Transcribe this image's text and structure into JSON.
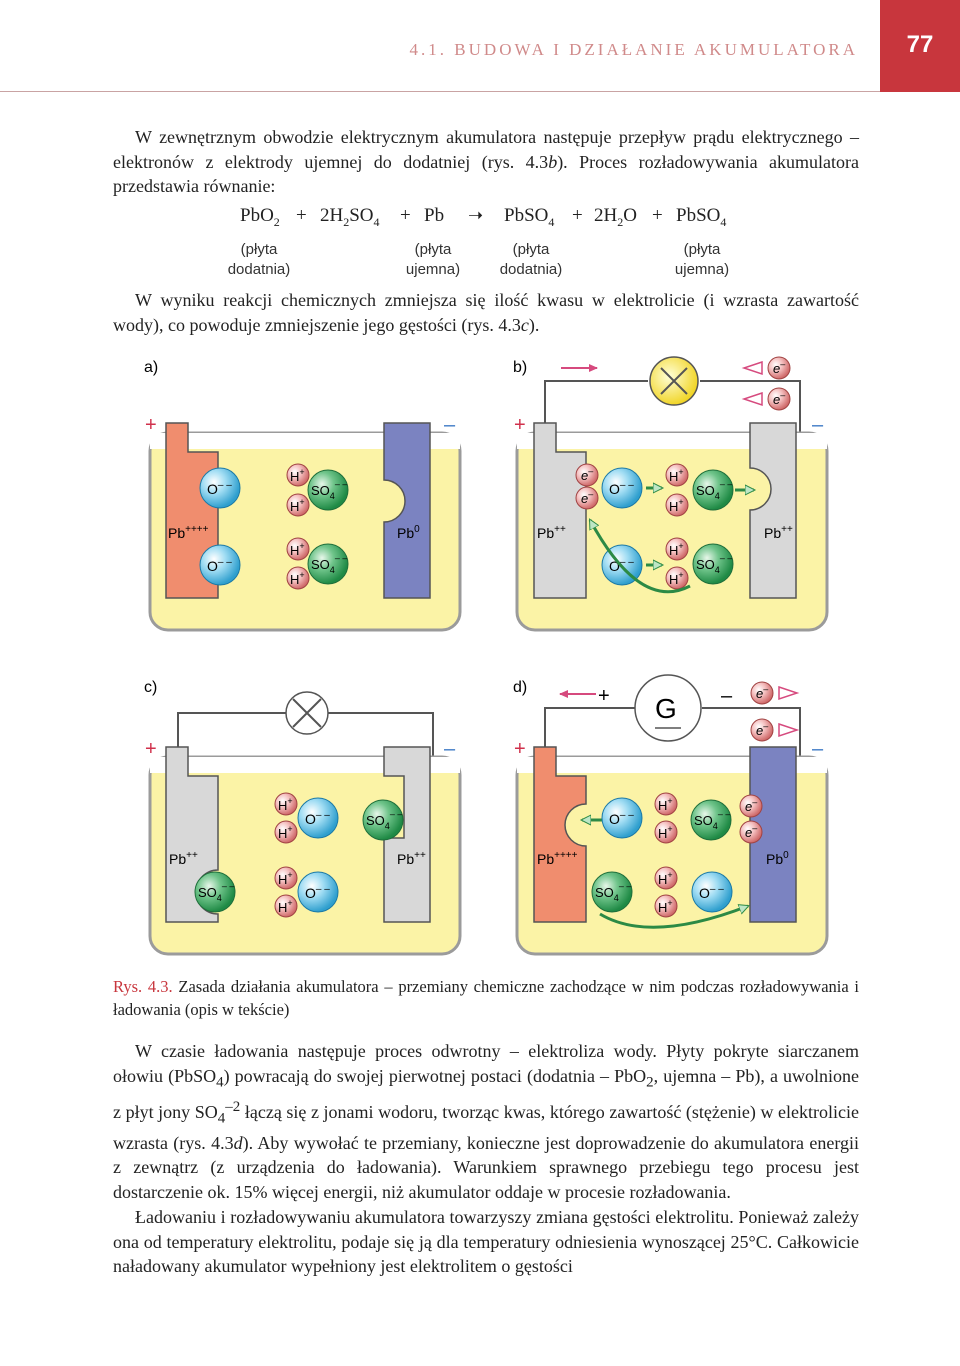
{
  "header": {
    "running_title": "4.1. BUDOWA I DZIAŁANIE AKUMULATORA",
    "page_number": "77"
  },
  "intro": {
    "text_before": "W zewnętrznym obwodzie elektrycznym akumulatora następuje przepływ prądu elektrycznego – elektronów z elektrody ujemnej do dodatniej (rys. 4.3",
    "italic_ref": "b",
    "text_after": "). Proces rozładowywania akumulatora przedstawia równanie:"
  },
  "equation": {
    "t1": "PbO",
    "t1s": "2",
    "op1": "+",
    "t2": "2H",
    "t2s": "2",
    "t2b": "SO",
    "t2bs": "4",
    "op2": "+",
    "t3": "Pb",
    "arrow": "➝",
    "t4": "PbSO",
    "t4s": "4",
    "op3": "+",
    "t5": "2H",
    "t5s": "2",
    "t5b": "O",
    "op4": "+",
    "t6": "PbSO",
    "t6s": "4",
    "labels": [
      {
        "line1": "(płyta",
        "line2": "dodatnia)"
      },
      {
        "line1": "(płyta",
        "line2": "ujemna)"
      },
      {
        "line1": "(płyta",
        "line2": "dodatnia)"
      },
      {
        "line1": "(płyta",
        "line2": "ujemna)"
      }
    ]
  },
  "paragraph2": {
    "text_before": "W wyniku reakcji chemicznych zmniejsza się ilość kwasu w elektrolicie (i wzrasta zawartość wody), co powoduje zmniejszenie jego gęstości (rys. 4.3",
    "italic_ref": "c",
    "text_after": ")."
  },
  "figure": {
    "a": {
      "label": "a)",
      "plus": "+",
      "minus": "–",
      "left_plate": "Pb",
      "left_charge": "++++",
      "right_plate": "Pb",
      "right_charge": "0",
      "ion_o": "O",
      "ion_o_charge": "– –",
      "ion_h": "H",
      "ion_h_charge": "+",
      "ion_so": "SO",
      "ion_so_sub": "4",
      "ion_so_charge": "– –"
    },
    "b": {
      "label": "b)",
      "plus": "+",
      "minus": "–",
      "left_plate": "Pb",
      "left_charge": "++",
      "right_plate": "Pb",
      "right_charge": "++",
      "electron": "e",
      "electron_charge": "–"
    },
    "c": {
      "label": "c)",
      "plus": "+",
      "minus": "–",
      "left_plate": "Pb",
      "left_charge": "++",
      "right_plate": "Pb",
      "right_charge": "++"
    },
    "d": {
      "label": "d)",
      "plus": "+",
      "minus": "–",
      "generator": "G",
      "left_plate": "Pb",
      "left_charge": "++++",
      "right_plate": "Pb",
      "right_charge": "0"
    },
    "colors": {
      "electrolyte": "#fbf3a6",
      "positive_plate": "#f08d6e",
      "negative_plate": "#7b83c1",
      "sulfated_plate": "#d8d8d8",
      "sign": "#d0314c",
      "arrow": "#d64a7e",
      "ion_blue": "#8fd3ee",
      "ion_pink": "#f3b6b6",
      "ion_green": "#59b77c",
      "lamp": "#f3e22f"
    }
  },
  "caption": {
    "label": "Rys. 4.3.",
    "text": "Zasada działania akumulatora – przemiany chemiczne zachodzące w nim podczas rozładowywania i ładowania (opis w tekście)"
  },
  "paragraph3": {
    "s1": "W czasie ładowania następuje proces odwrotny – elektroliza wody. Płyty pokryte siarczanem ołowiu (PbSO",
    "s1sub": "4",
    "s2": ") powracają do swojej pierwotnej postaci (dodatnia – PbO",
    "s2sub": "2",
    "s3": ", ujemna – Pb), a uwolnione z płyt jony SO",
    "s3sub": "4",
    "s3sup": "–2",
    "s4": " łączą się z jonami wodoru, tworząc kwas, którego zawartość (stężenie) w elektrolicie wzrasta (rys. 4.3",
    "italic_ref": "d",
    "s5": "). Aby wywołać te przemiany, konieczne jest doprowadzenie do akumulatora energii z zewnątrz (z urządzenia do ładowania). Warunkiem sprawnego przebiegu tego procesu jest dostarczenie ok. 15% więcej energii, niż akumulator oddaje w procesie rozładowania."
  },
  "paragraph4": {
    "text": "Ładowaniu i rozładowywaniu akumulatora towarzyszy zmiana gęstości elektrolitu. Ponieważ zależy ona od temperatury elektrolitu, podaje się ją dla temperatury odniesienia wynoszącej 25°C. Całkowicie naładowany akumulator wypełniony jest elektrolitem o gęstości"
  }
}
